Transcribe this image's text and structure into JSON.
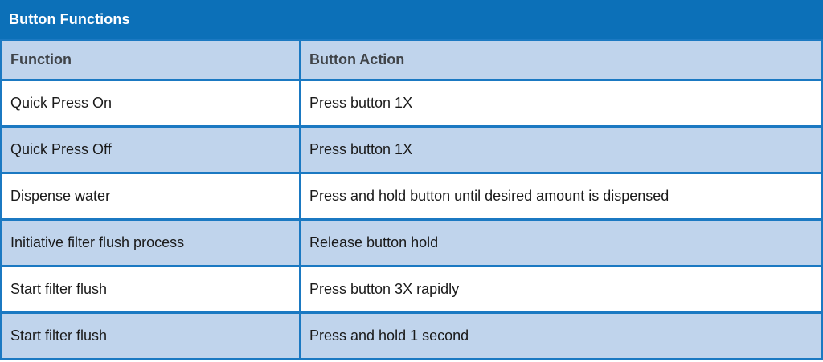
{
  "header": {
    "title": "Button Functions"
  },
  "table": {
    "columns": [
      "Function",
      "Button Action"
    ],
    "rows": [
      [
        "Quick Press On",
        "Press button 1X"
      ],
      [
        "Quick Press Off",
        "Press button 1X"
      ],
      [
        "Dispense water",
        "Press and hold button until desired amount is dispensed"
      ],
      [
        "Initiative filter flush process",
        "Release button hold"
      ],
      [
        "Start filter flush",
        "Press button 3X rapidly"
      ],
      [
        "Start filter flush",
        "Press and hold 1 second"
      ]
    ]
  },
  "colors": {
    "title_bar": "#0c70b8",
    "border": "#1b79c2",
    "row_alt": "#c0d4ec",
    "row_white": "#ffffff",
    "title_text": "#ffffff",
    "header_text": "#404449",
    "body_text": "#1a1a1a"
  }
}
